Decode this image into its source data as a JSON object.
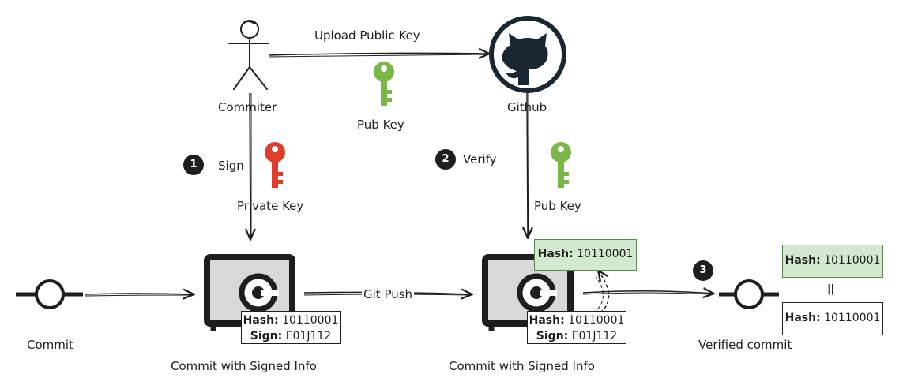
{
  "actors": {
    "committer_label": "Commiter",
    "github_label": "Github"
  },
  "arrows": {
    "upload_label": "Upload Public Key",
    "git_push_label": "Git Push"
  },
  "keys": {
    "pub_key_top_label": "Pub Key",
    "private_key_label": "Private Key",
    "pub_key_verify_label": "Pub Key",
    "private_key_color": "#e03e2d",
    "pub_key_color": "#7ab648"
  },
  "steps": [
    {
      "number": "1",
      "label": "Sign"
    },
    {
      "number": "2",
      "label": "Verify"
    },
    {
      "number": "3",
      "label": ""
    }
  ],
  "nodes": {
    "commit_label": "Commit",
    "signed_commit_1_label": "Commit with Signed Info",
    "signed_commit_2_label": "Commit with Signed Info",
    "verified_commit_label": "Verified commit"
  },
  "info_boxes": {
    "hash_key": "Hash:",
    "hash_value": "10110001",
    "sign_key": "Sign:",
    "sign_value": "E01J112",
    "equals": "||"
  },
  "colors": {
    "highlight_fill": "#d3e9cf",
    "safe_fill": "#d8d8d8",
    "ink": "#1e1e1e"
  }
}
